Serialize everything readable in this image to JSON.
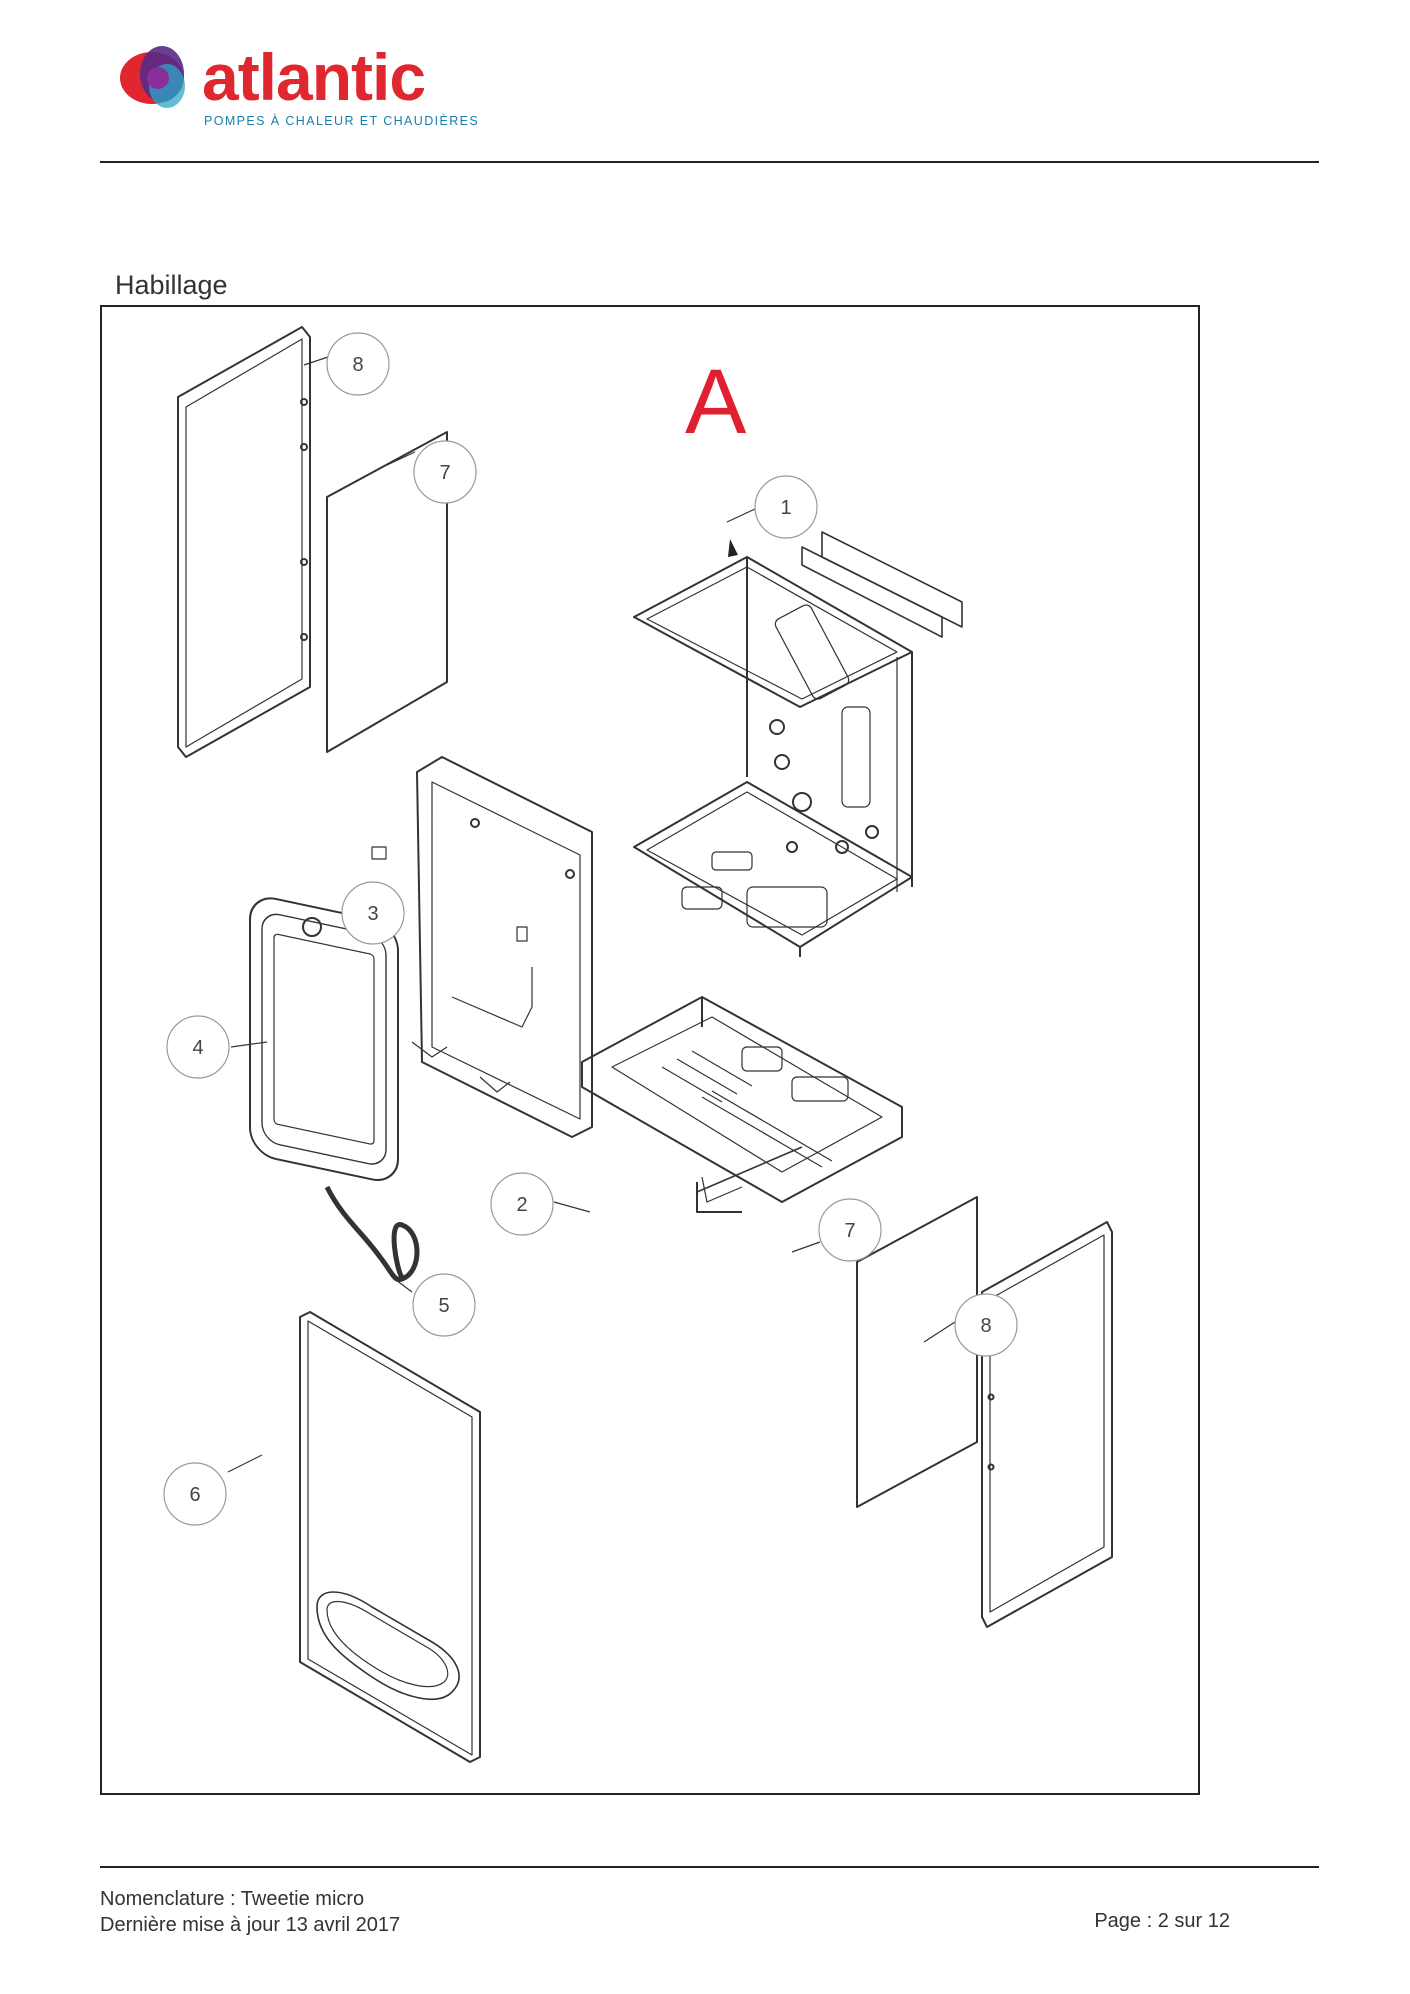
{
  "header": {
    "brand": "atlantic",
    "tagline": "POMPES À CHALEUR ET CHAUDIÈRES",
    "brand_color": "#e0262e",
    "tagline_color": "#1a7fa8",
    "logo_icon": "atlantic-logo-icon"
  },
  "section": {
    "title": "Habillage"
  },
  "drawing": {
    "view_label": "A",
    "view_label_color": "#e02030",
    "callouts": [
      "8",
      "7",
      "1",
      "3",
      "4",
      "2",
      "7",
      "5",
      "8",
      "6"
    ]
  },
  "footer": {
    "nomenclature": "Nomenclature : Tweetie micro",
    "updated": "Dernière mise à jour 13 avril 2017",
    "page": "Page : 2 sur 12"
  }
}
